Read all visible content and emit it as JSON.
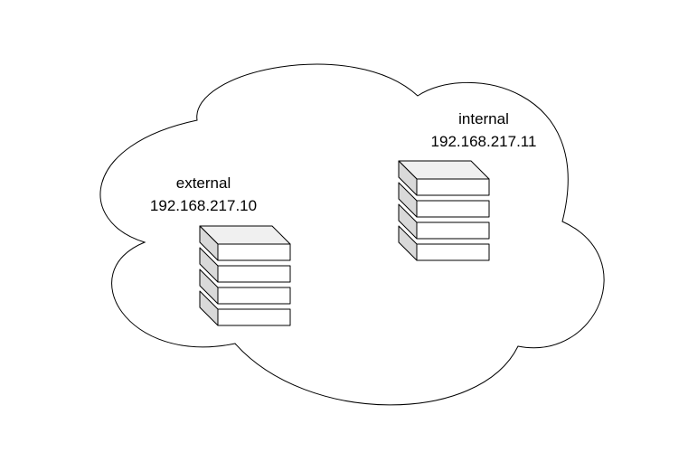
{
  "nodes": [
    {
      "name": "external",
      "ip": "192.168.217.10"
    },
    {
      "name": "internal",
      "ip": "192.168.217.11"
    }
  ],
  "colors": {
    "outline": "#000000",
    "cloud_fill": "#ffffff",
    "server_front": "#ffffff",
    "server_top": "#f0f0f0",
    "server_side": "#d9d9d9"
  }
}
